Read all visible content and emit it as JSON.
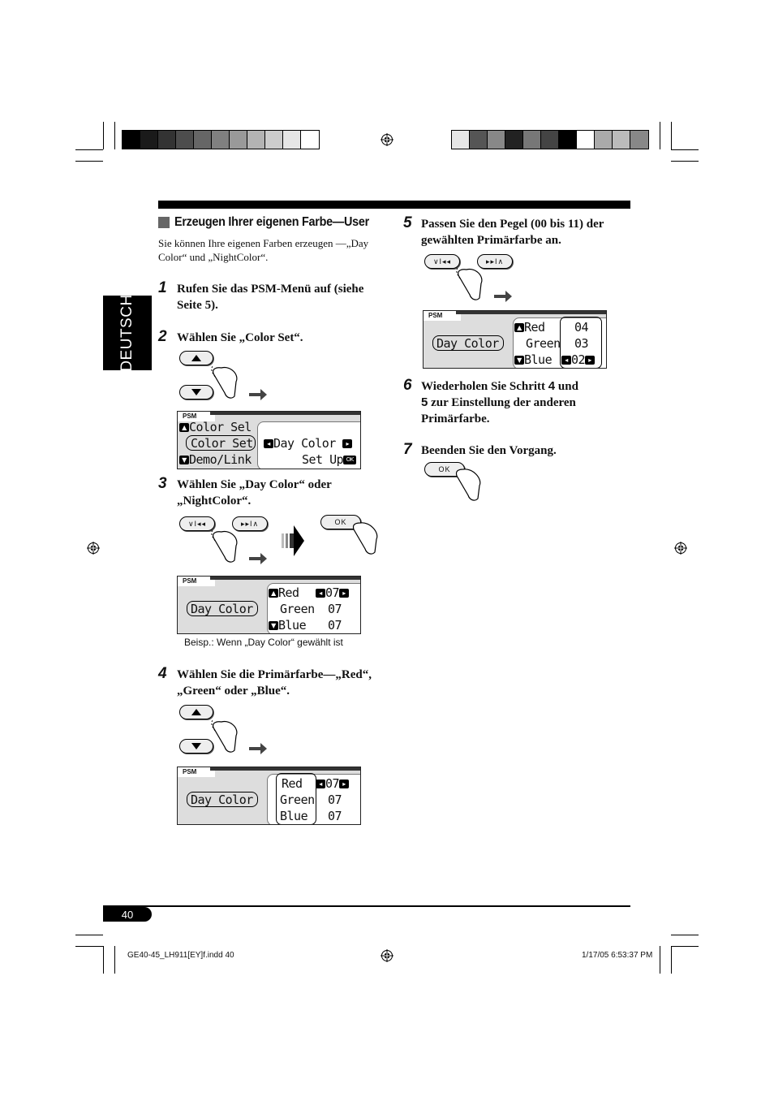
{
  "side_tab": "DEUTSCH",
  "section": {
    "heading": "Erzeugen Ihrer eigenen Farbe—User",
    "intro": "Sie können Ihre eigenen Farben erzeugen —„Day Color“ und „NightColor“."
  },
  "steps": [
    {
      "num": "1",
      "text": "Rufen Sie das PSM-Menü auf (siehe Seite 5)."
    },
    {
      "num": "2",
      "text": "Wählen Sie „Color Set“."
    },
    {
      "num": "3",
      "text": "Wählen Sie „Day Color“ oder „NightColor“."
    },
    {
      "num": "4",
      "text": "Wählen Sie die Primärfarbe—„Red“, „Green“ oder „Blue“."
    },
    {
      "num": "5",
      "text": "Passen Sie den Pegel (00 bis 11) der gewählten Primärfarbe an."
    },
    {
      "num": "6",
      "text_a": "Wiederholen Sie Schritt ",
      "ref_a": "4",
      "text_b": " und",
      "ref_b": "5",
      "text_c": " zur Einstellung der anderen Primärfarbe."
    },
    {
      "num": "7",
      "text": "Beenden Sie den Vorgang."
    }
  ],
  "buttons": {
    "ok": "OK",
    "prev": "∨I◂◂",
    "next": "▸▸I∧"
  },
  "lcd": {
    "psm": "PSM",
    "d1": {
      "l1": "Color Sel",
      "l2": "Color Set",
      "l3": "Demo/Link",
      "r2": "Day Color",
      "r3": "Set Up"
    },
    "d2": {
      "left": "Day Color",
      "r1": "Red",
      "r2": "Green",
      "r3": "Blue",
      "v1": "07",
      "v2": "07",
      "v3": "07"
    },
    "d3": {
      "left": "Day Color",
      "r1": "Red",
      "r2": "Green",
      "r3": "Blue",
      "v1": "07",
      "v2": "07",
      "v3": "07"
    },
    "d4": {
      "left": "Day Color",
      "r1": "Red",
      "r2": "Green",
      "r3": "Blue",
      "v1": "04",
      "v2": "03",
      "v3": "02"
    }
  },
  "caption": "Beisp.: Wenn „Day Color“ gewählt ist",
  "page_number": "40",
  "footer": {
    "left": "GE40-45_LH911[EY]f.indd   40",
    "right": "1/17/05   6:53:37 PM"
  },
  "colors": {
    "bar_left": [
      "#000000",
      "#1a1a1a",
      "#333333",
      "#4d4d4d",
      "#666666",
      "#808080",
      "#999999",
      "#b3b3b3",
      "#cccccc",
      "#e6e6e6",
      "#ffffff"
    ],
    "bar_right": [
      "#e6e6e6",
      "#555555",
      "#888888",
      "#222222",
      "#777777",
      "#444444",
      "#000000",
      "#ffffff",
      "#aaaaaa",
      "#bbbbbb",
      "#888888"
    ]
  }
}
